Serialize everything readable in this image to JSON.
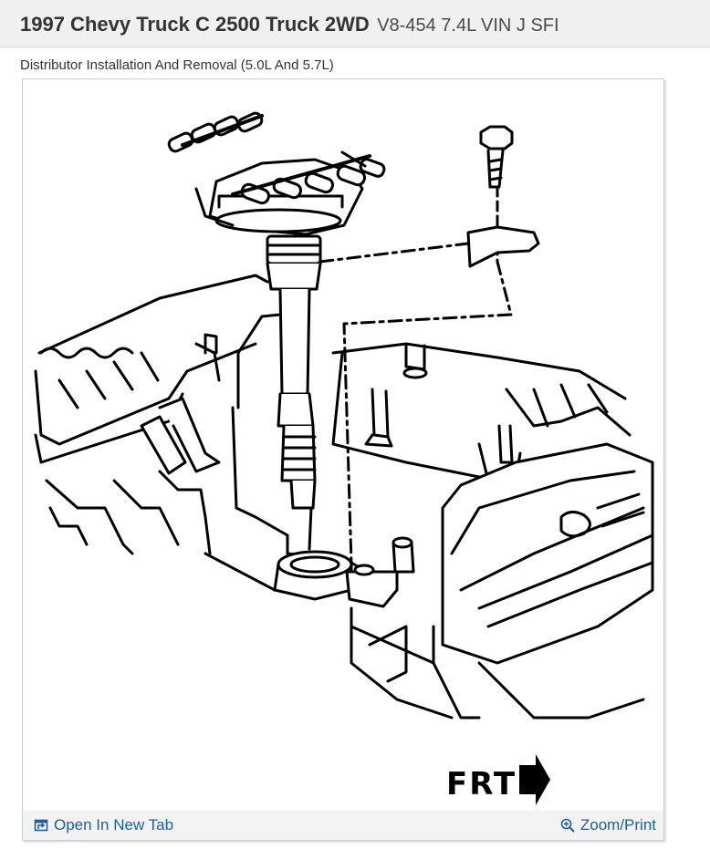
{
  "header": {
    "title_bold": "1997 Chevy Truck C 2500 Truck 2WD",
    "title_engine": "V8-454 7.4L VIN J SFI"
  },
  "caption": "Distributor Installation And Removal (5.0L And 5.7L)",
  "diagram": {
    "label": "FRT"
  },
  "footer": {
    "open_label": "Open In New Tab",
    "zoom_label": "Zoom/Print",
    "open_icon": "open-external-icon",
    "zoom_icon": "magnifier-plus-icon",
    "link_color": "#1b5ea8"
  }
}
